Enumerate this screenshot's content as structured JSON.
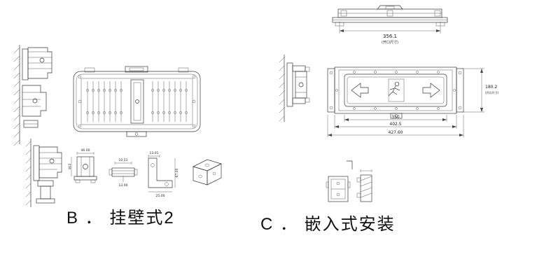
{
  "page": {
    "background": "#ffffff",
    "line_color": "#3a3a3a"
  },
  "sections": {
    "b": {
      "label": "B ． 挂壁式2"
    },
    "c": {
      "label": "C ． 嵌入式安装"
    }
  },
  "dims": {
    "c_opening_width": "356.1",
    "c_opening_width_note": "(开口尺寸)",
    "c_opening_height": "180.2",
    "c_opening_height_note": "(开口尺寸)",
    "c_inner_width": "350",
    "c_panel_width": "402.5",
    "c_overall_width": "427.60"
  },
  "detail_dims_b": {
    "p1_width": "46.00",
    "p1_height": "44.0",
    "p2_width": "10.51",
    "p2_depth": "13.00",
    "p3_top": "13.01",
    "p3_height": "67.00",
    "p3_bottom": "25.00"
  }
}
